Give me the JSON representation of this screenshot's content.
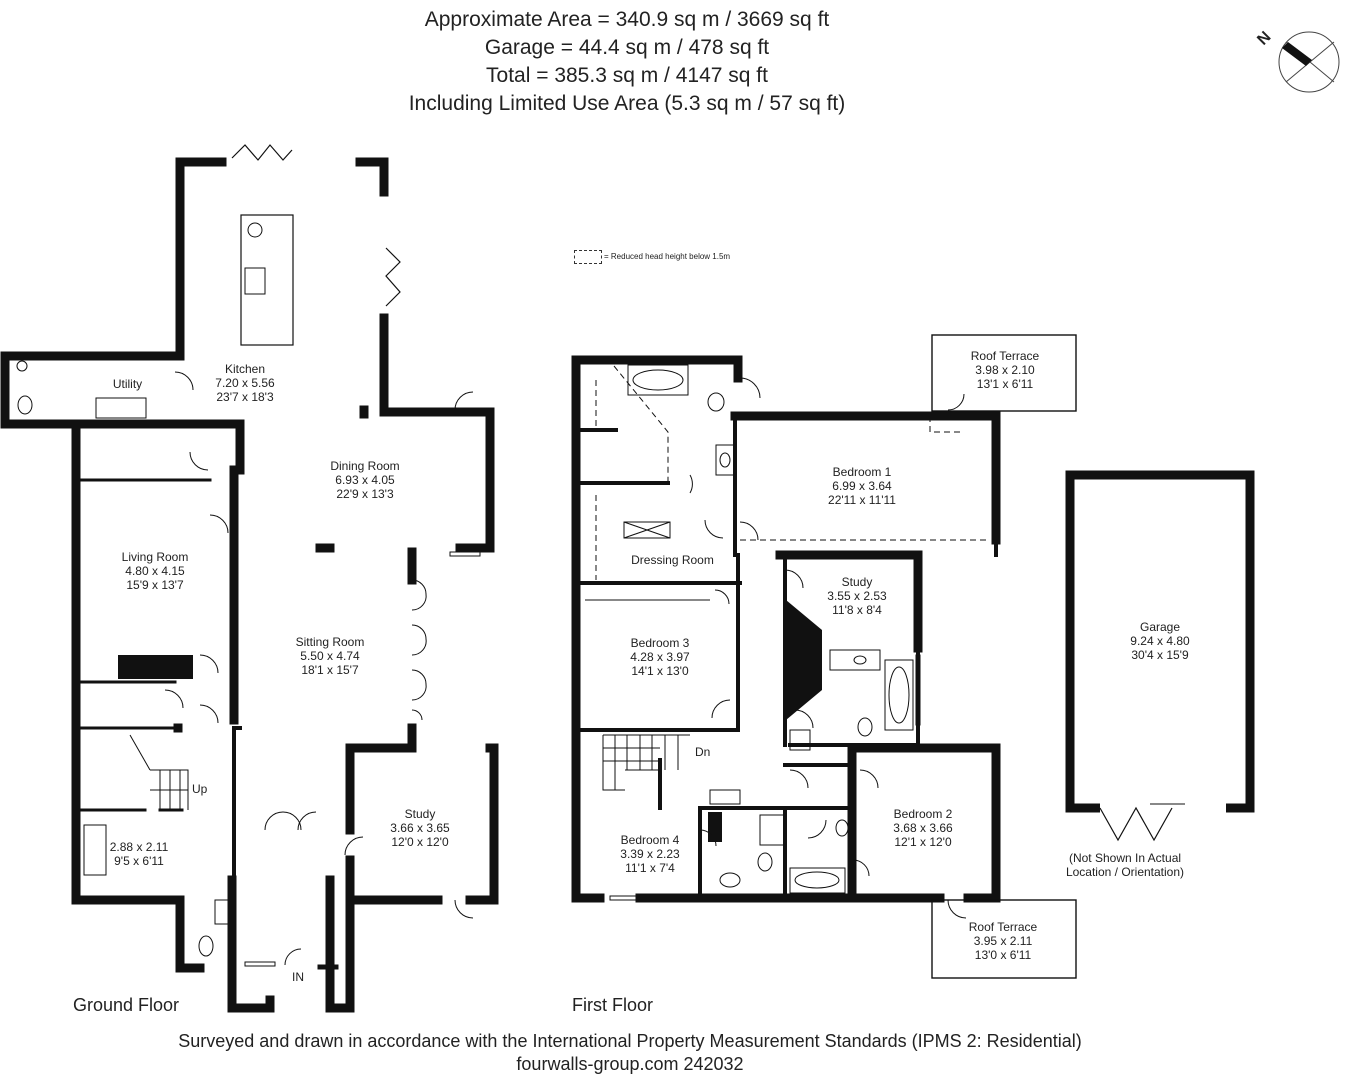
{
  "header": {
    "line1": "Approximate  Area = 340.9 sq m / 3669 sq ft",
    "line2": "Garage = 44.4 sq m / 478 sq ft",
    "line3": "Total = 385.3 sq m / 4147 sq ft",
    "line4": "Including Limited Use Area (5.3 sq m / 57 sq ft)"
  },
  "compass": {
    "letter": "N"
  },
  "legend": {
    "text": "= Reduced head height below 1.5m"
  },
  "ground_floor": {
    "label": "Ground Floor",
    "rooms": [
      {
        "name": "Kitchen",
        "metric": "7.20 x 5.56",
        "imperial": "23'7 x 18'3"
      },
      {
        "name": "Utility"
      },
      {
        "name": "Dining Room",
        "metric": "6.93 x 4.05",
        "imperial": "22'9 x 13'3"
      },
      {
        "name": "Living Room",
        "metric": "4.80 x 4.15",
        "imperial": "15'9 x 13'7"
      },
      {
        "name": "Sitting Room",
        "metric": "5.50 x 4.74",
        "imperial": "18'1 x 15'7"
      },
      {
        "name": "Study",
        "metric": "3.66 x 3.65",
        "imperial": "12'0 x 12'0"
      },
      {
        "metric": "2.88 x 2.11",
        "imperial": "9'5 x 6'11"
      }
    ],
    "stair_label": "Up",
    "entrance_label": "IN"
  },
  "first_floor": {
    "label": "First Floor",
    "rooms": [
      {
        "name": "Roof Terrace",
        "metric": "3.98 x 2.10",
        "imperial": "13'1 x 6'11"
      },
      {
        "name": "Bedroom 1",
        "metric": "6.99 x 3.64",
        "imperial": "22'11 x 11'11"
      },
      {
        "name": "Dressing Room"
      },
      {
        "name": "Study",
        "metric": "3.55 x 2.53",
        "imperial": "11'8 x 8'4"
      },
      {
        "name": "Bedroom 3",
        "metric": "4.28 x 3.97",
        "imperial": "14'1 x 13'0"
      },
      {
        "name": "Bedroom 4",
        "metric": "3.39 x 2.23",
        "imperial": "11'1 x 7'4"
      },
      {
        "name": "Bedroom 2",
        "metric": "3.68 x 3.66",
        "imperial": "12'1 x 12'0"
      },
      {
        "name": "Roof Terrace",
        "metric": "3.95 x 2.11",
        "imperial": "13'0 x 6'11"
      }
    ],
    "stair_label": "Dn"
  },
  "garage": {
    "name": "Garage",
    "metric": "9.24 x 4.80",
    "imperial": "30'4 x 15'9",
    "note_line1": "(Not Shown In Actual",
    "note_line2": "Location / Orientation)"
  },
  "footer": {
    "line1": "Surveyed and drawn in accordance with the International Property Measurement Standards (IPMS 2: Residential)",
    "line2": "fourwalls-group.com 242032"
  }
}
